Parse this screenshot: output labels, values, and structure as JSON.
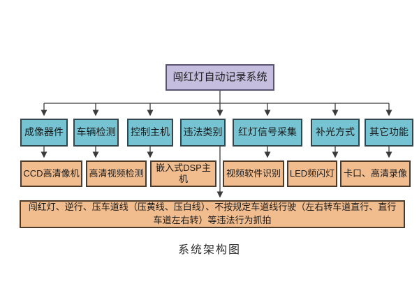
{
  "diagram": {
    "root": {
      "label": "闯红灯自动记录系统"
    },
    "level2": [
      {
        "label": "成像器件"
      },
      {
        "label": "车辆检测"
      },
      {
        "label": "控制主机"
      },
      {
        "label": "违法类别"
      },
      {
        "label": "红灯信号采集"
      },
      {
        "label": "补光方式"
      },
      {
        "label": "其它功能"
      }
    ],
    "level3": [
      {
        "label": "CCD高清像机"
      },
      {
        "label": "高清视频检测"
      },
      {
        "label": "嵌入式DSP主机"
      },
      {
        "label": "视频软件识别"
      },
      {
        "label": "LED频闪灯"
      },
      {
        "label": "卡口、高清录像"
      }
    ],
    "bottom": {
      "lines": [
        "闯红灯、逆行、压车道线（压黄线、压白线）、不按规定车道线行驶（左右转车道直行、直行",
        "车道左右转）等违法行为抓拍"
      ]
    },
    "caption": "系统架构图",
    "colors": {
      "root_fill": "#c5bede",
      "root_border": "#5a5472",
      "level2_fill": "#76c4d3",
      "level2_border": "#31464d",
      "level3_fill": "#f2bd8e",
      "level3_border": "#4d3a27",
      "connector": "#3a3a3a",
      "background": "#ffffff"
    }
  }
}
